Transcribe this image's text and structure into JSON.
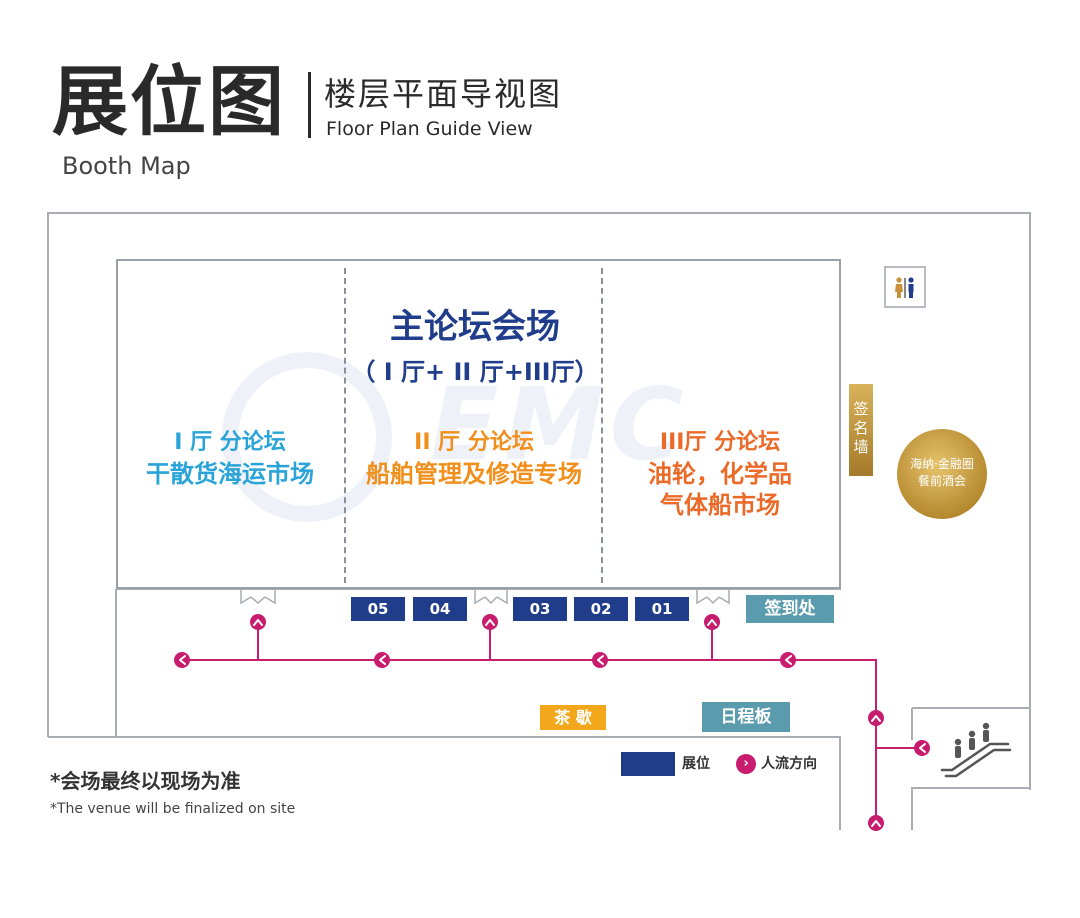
{
  "header": {
    "title_zh": "展位图",
    "subtitle_zh": "楼层平面导视图",
    "subtitle_en": "Floor Plan Guide View",
    "title_en": "Booth Map"
  },
  "main_forum": {
    "title": "主论坛会场",
    "subtitle": "（ I 厅+ II 厅+III厅）"
  },
  "watermark": "EMC",
  "halls": [
    {
      "line1": "I 厅 分论坛",
      "line2": "干散货海运市场",
      "color": "#2aa3d8"
    },
    {
      "line1": "II 厅 分论坛",
      "line2": "船舶管理及修造专场",
      "color": "#f08f1c"
    },
    {
      "line1": "III厅 分论坛",
      "line2": "油轮，化学品",
      "line3": "气体船市场",
      "color": "#eb6a28"
    }
  ],
  "booths": [
    "05",
    "04",
    "03",
    "02",
    "01"
  ],
  "sign_wall": "签名墙",
  "dinner": {
    "line1": "海纳·金融圈",
    "line2": "餐前酒会"
  },
  "checkin": "签到处",
  "tea_break": "茶 歇",
  "schedule_board": "日程板",
  "legend": {
    "booth": "展位",
    "flow": "人流方向"
  },
  "notes": {
    "zh": "*会场最终以现场为准",
    "en": "*The venue will be finalized on site"
  },
  "colors": {
    "booth": "#1f3d8a",
    "flow_path": "#c81d6e",
    "info_board": "#5a9cad",
    "tea": "#f2a81a",
    "gold": "#b68a30"
  },
  "icons": [
    "restroom-icon",
    "escalator-icon",
    "door-icon",
    "flow-arrow-icon"
  ]
}
